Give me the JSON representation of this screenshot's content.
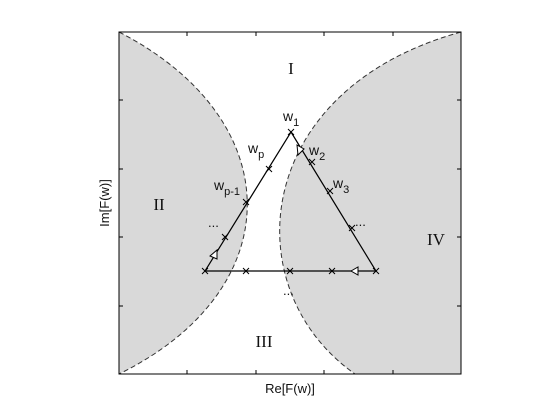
{
  "figure": {
    "xlabel": "Re[F(w)]",
    "ylabel": "Im[F(w)]",
    "shade_color": "#d9d9d9",
    "line_color": "#000000",
    "regions": {
      "top": "I",
      "left": "II",
      "bottom": "III",
      "right": "IV"
    },
    "nodes": {
      "w1": {
        "base": "w",
        "sub": "1"
      },
      "w2": {
        "base": "w",
        "sub": "2"
      },
      "w3": {
        "base": "w",
        "sub": "3"
      },
      "wp": {
        "base": "w",
        "sub": "p"
      },
      "wp1": {
        "base": "w",
        "sub": "p-1"
      }
    },
    "ellipses": {
      "left_side": "...",
      "right_side": "...",
      "below_base": "..."
    }
  }
}
